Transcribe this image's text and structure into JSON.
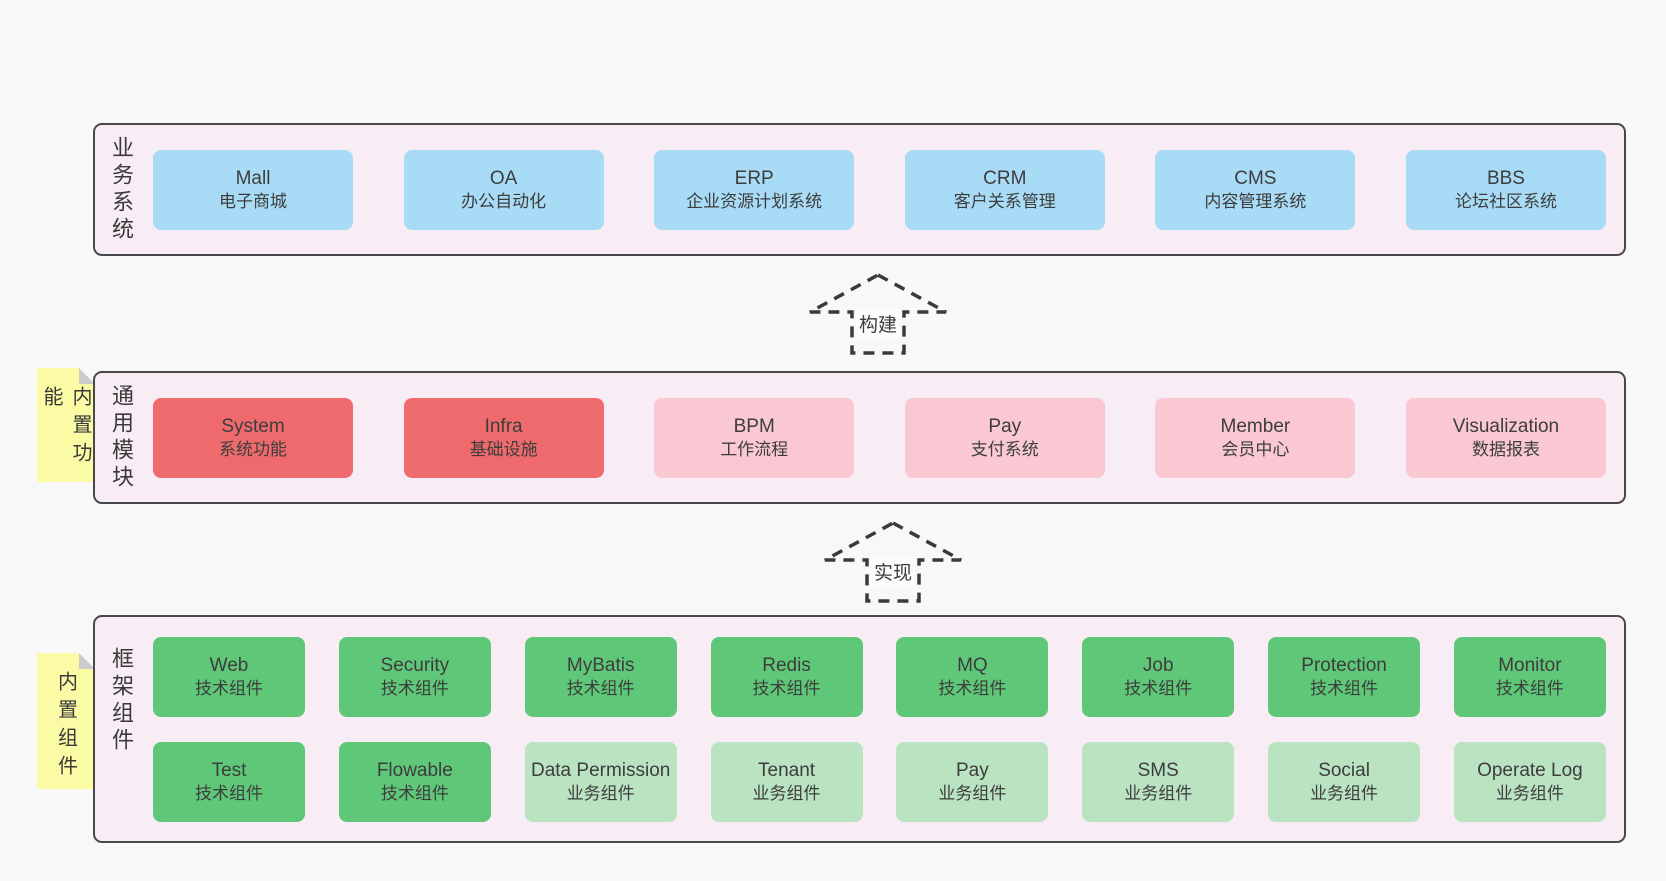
{
  "page": {
    "background": "#f8f8f8"
  },
  "colors": {
    "container_bg": "#f8edf5",
    "container_border": "#484848",
    "blue": "#a8dbf5",
    "red": "#ee6a6c",
    "pink": "#f9c8d2",
    "green": "#5ec878",
    "light_green": "#bae3c2",
    "note_yellow": "#fbfba6",
    "arrow": "#3a3a3a"
  },
  "sections": [
    {
      "label": "业务系统",
      "boxes": [
        {
          "name": "Mall",
          "sub": "电子商城",
          "type": "blue"
        },
        {
          "name": "OA",
          "sub": "办公自动化",
          "type": "blue"
        },
        {
          "name": "ERP",
          "sub": "企业资源计划系统",
          "type": "blue"
        },
        {
          "name": "CRM",
          "sub": "客户关系管理",
          "type": "blue"
        },
        {
          "name": "CMS",
          "sub": "内容管理系统",
          "type": "blue"
        },
        {
          "name": "BBS",
          "sub": "论坛社区系统",
          "type": "blue"
        }
      ]
    },
    {
      "label": "通用模块",
      "note": "内置功能",
      "boxes": [
        {
          "name": "System",
          "sub": "系统功能",
          "type": "red"
        },
        {
          "name": "Infra",
          "sub": "基础设施",
          "type": "red"
        },
        {
          "name": "BPM",
          "sub": "工作流程",
          "type": "pink"
        },
        {
          "name": "Pay",
          "sub": "支付系统",
          "type": "pink"
        },
        {
          "name": "Member",
          "sub": "会员中心",
          "type": "pink"
        },
        {
          "name": "Visualization",
          "sub": "数据报表",
          "type": "pink"
        }
      ]
    },
    {
      "label": "框架组件",
      "note": "内置组件",
      "rows": [
        {
          "boxes": [
            {
              "name": "Web",
              "sub": "技术组件",
              "type": "green"
            },
            {
              "name": "Security",
              "sub": "技术组件",
              "type": "green"
            },
            {
              "name": "MyBatis",
              "sub": "技术组件",
              "type": "green"
            },
            {
              "name": "Redis",
              "sub": "技术组件",
              "type": "green"
            },
            {
              "name": "MQ",
              "sub": "技术组件",
              "type": "green"
            },
            {
              "name": "Job",
              "sub": "技术组件",
              "type": "green"
            },
            {
              "name": "Protection",
              "sub": "技术组件",
              "type": "green"
            },
            {
              "name": "Monitor",
              "sub": "技术组件",
              "type": "green"
            }
          ]
        },
        {
          "boxes": [
            {
              "name": "Test",
              "sub": "技术组件",
              "type": "green"
            },
            {
              "name": "Flowable",
              "sub": "技术组件",
              "type": "green"
            },
            {
              "name": "Data Permission",
              "sub": "业务组件",
              "type": "light-green"
            },
            {
              "name": "Tenant",
              "sub": "业务组件",
              "type": "light-green"
            },
            {
              "name": "Pay",
              "sub": "业务组件",
              "type": "light-green"
            },
            {
              "name": "SMS",
              "sub": "业务组件",
              "type": "light-green"
            },
            {
              "name": "Social",
              "sub": "业务组件",
              "type": "light-green"
            },
            {
              "name": "Operate Log",
              "sub": "业务组件",
              "type": "light-green"
            }
          ]
        }
      ]
    }
  ],
  "arrows": [
    {
      "label": "构建"
    },
    {
      "label": "实现"
    }
  ]
}
